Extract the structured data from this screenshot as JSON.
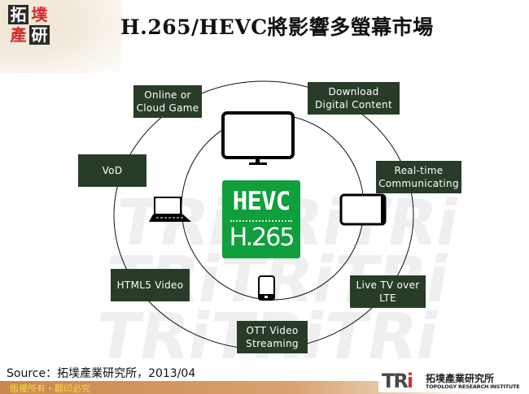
{
  "header": {
    "logo": {
      "chars": [
        "拓",
        "墣",
        "產",
        "研"
      ]
    },
    "title": "H.265/HEVC將影響多螢幕市場"
  },
  "diagram": {
    "center": {
      "line1": "HEVC",
      "line2": "H.265",
      "color": "#0f9f3c"
    },
    "box_color": "#283c28",
    "nodes": [
      {
        "id": "online-cloud-game",
        "lines": [
          "Online or",
          "Cloud Game"
        ]
      },
      {
        "id": "download-digital-content",
        "lines": [
          "Download",
          "Digital Content"
        ]
      },
      {
        "id": "vod",
        "lines": [
          "VoD"
        ]
      },
      {
        "id": "real-time-communicating",
        "lines": [
          "Real-time",
          "Communicating"
        ]
      },
      {
        "id": "html5-video",
        "lines": [
          "HTML5 Video"
        ]
      },
      {
        "id": "live-tv-over-lte",
        "lines": [
          "Live TV over",
          "LTE"
        ]
      },
      {
        "id": "ott-video-streaming",
        "lines": [
          "OTT Video",
          "Streaming"
        ]
      }
    ],
    "devices": [
      "monitor-icon",
      "laptop-icon",
      "tablet-icon",
      "smartphone-icon"
    ]
  },
  "footer": {
    "source": "Source：拓墣產業研究所，2013/04",
    "copyright": "版權所有・翻印必究",
    "tri_logo": {
      "mark": "TRi",
      "cn": "拓墣產業研究所",
      "en": "TOPOLOGY RESEARCH INSTITUTE"
    }
  },
  "watermark": {
    "text": "TRiTRiTRi"
  }
}
